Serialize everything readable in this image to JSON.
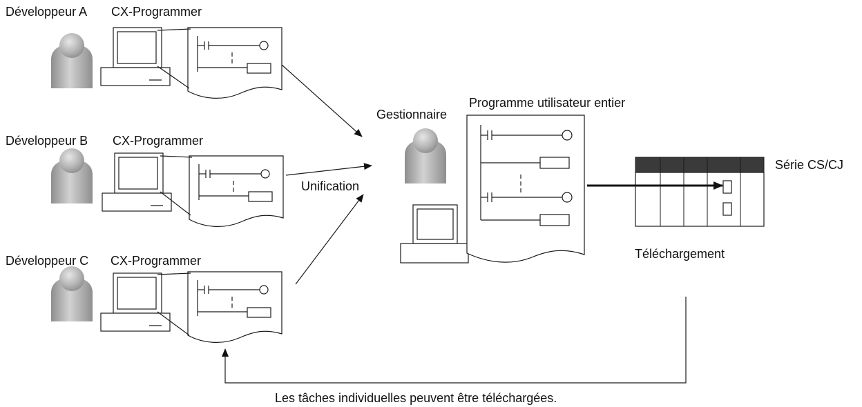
{
  "developers": [
    {
      "name": "Développeur A",
      "tool": "CX-Programmer"
    },
    {
      "name": "Développeur B",
      "tool": "CX-Programmer"
    },
    {
      "name": "Développeur C",
      "tool": "CX-Programmer"
    }
  ],
  "manager": {
    "name": "Gestionnaire",
    "program_title": "Programme utilisateur entier"
  },
  "merge_label": "Unification",
  "plc": {
    "series_label": "Série CS/CJ",
    "download_label": "Téléchargement"
  },
  "return_note": "Les tâches individuelles peuvent être téléchargées."
}
